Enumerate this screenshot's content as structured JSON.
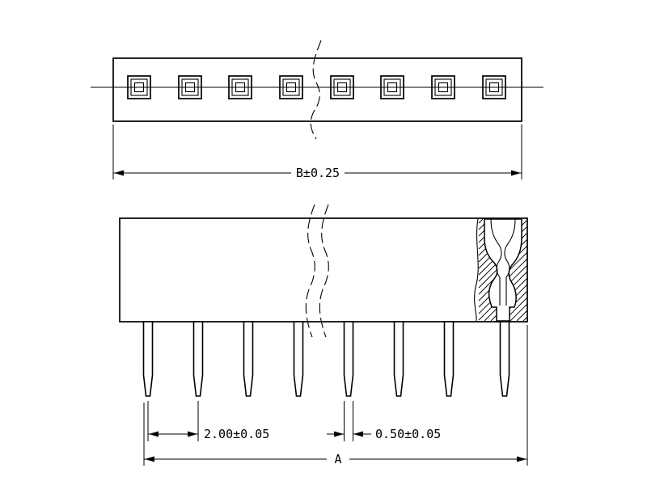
{
  "background_color": "#ffffff",
  "line_color": "#000000",
  "top_view": {
    "socket_count": 8
  },
  "side_view": {
    "pin_count": 8
  },
  "dimensions": {
    "width_label": "B±0.25",
    "pitch_label": "2.00±0.05",
    "pin_width_label": "0.50±0.05",
    "length_label": "A"
  }
}
